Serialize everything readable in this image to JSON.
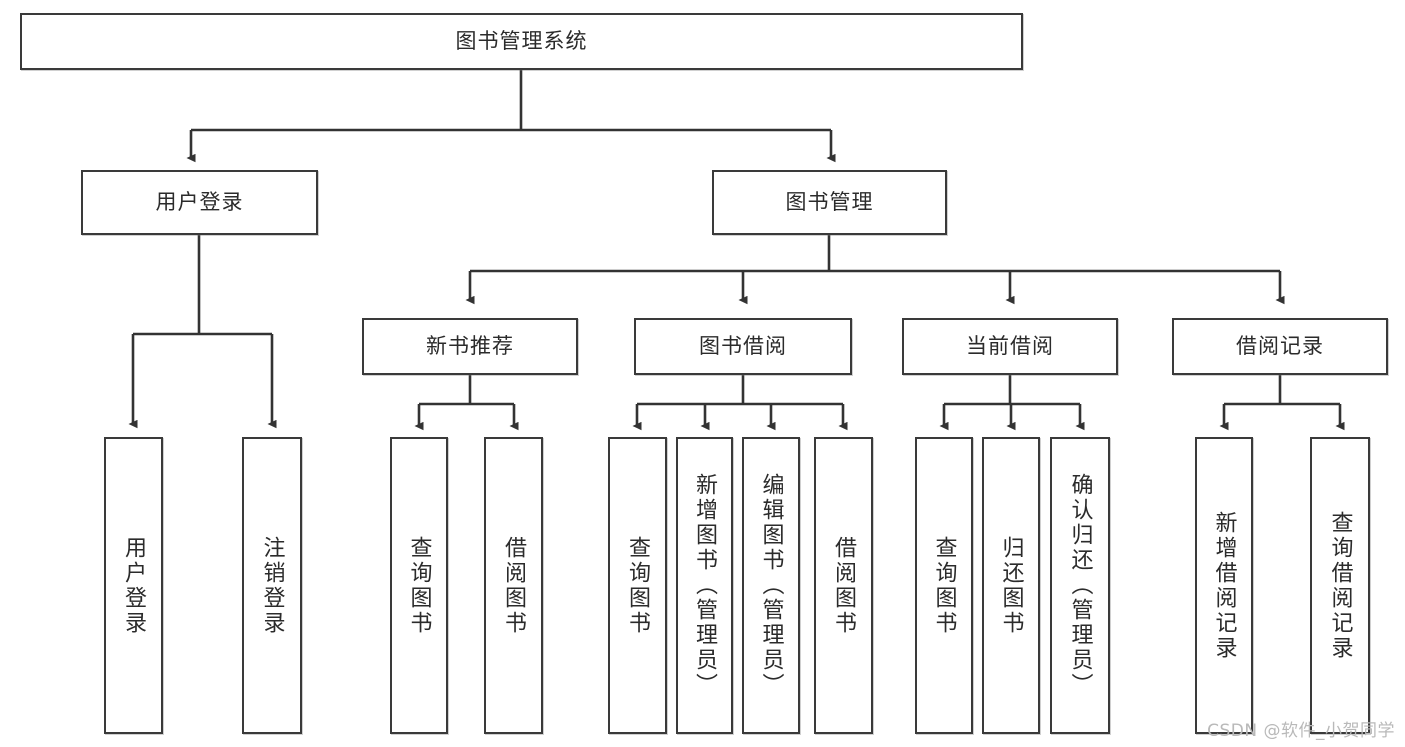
{
  "diagram": {
    "title": "图书管理系统",
    "type": "tree-hierarchy-diagram",
    "watermark": "CSDN @软件_小贺同学",
    "colors": {
      "box_border": "#3a3a3a",
      "box_fill": "#ffffff",
      "edge": "#333333",
      "text": "#2b2b2b",
      "watermark": "#b9b9b9",
      "background": "#ffffff"
    },
    "root": {
      "label": "图书管理系统"
    },
    "level2": [
      {
        "label": "用户登录"
      },
      {
        "label": "图书管理"
      }
    ],
    "level3": [
      {
        "label": "新书推荐"
      },
      {
        "label": "图书借阅"
      },
      {
        "label": "当前借阅"
      },
      {
        "label": "借阅记录"
      }
    ],
    "leaves": {
      "user_login": [
        {
          "label": "用户登录"
        },
        {
          "label": "注销登录"
        }
      ],
      "new_book_recommend": [
        {
          "label": "查询图书"
        },
        {
          "label": "借阅图书"
        }
      ],
      "book_borrow": [
        {
          "label": "查询图书"
        },
        {
          "label": "新增图书（管理员）"
        },
        {
          "label": "编辑图书（管理员）"
        },
        {
          "label": "借阅图书"
        }
      ],
      "current_borrow": [
        {
          "label": "查询图书"
        },
        {
          "label": "归还图书"
        },
        {
          "label": "确认归还（管理员）"
        }
      ],
      "borrow_record": [
        {
          "label": "新增借阅记录"
        },
        {
          "label": "查询借阅记录"
        }
      ]
    }
  }
}
